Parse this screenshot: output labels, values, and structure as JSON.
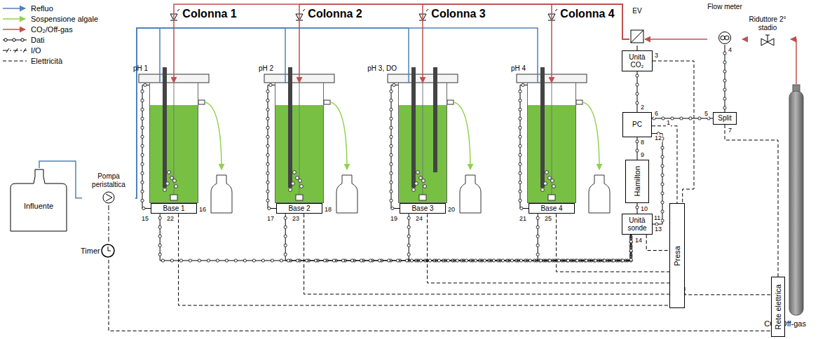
{
  "diagram": {
    "nodes": [
      {
        "text": [
          "Influente"
        ]
      },
      {
        "text": [
          "Pompa peristaltica"
        ]
      },
      {
        "text": [
          "Timer"
        ]
      },
      {
        "text": [
          "Colonna 1",
          "pH 1"
        ]
      },
      {
        "text": [
          "Base 1"
        ]
      },
      {
        "text": [
          "Colonna 2",
          "pH 2"
        ]
      },
      {
        "text": [
          "Base 2"
        ]
      },
      {
        "text": [
          "Colonna 3",
          "pH 3, DO"
        ]
      },
      {
        "text": [
          "Base 3"
        ]
      },
      {
        "text": [
          "Colonna 4",
          "pH 4"
        ]
      },
      {
        "text": [
          "Base 4"
        ]
      },
      {
        "text": [
          "EV"
        ]
      },
      {
        "text": [
          "Flow meter"
        ]
      },
      {
        "text": [
          "Riduttore 2° stadio"
        ]
      },
      {
        "text": [
          "CO₂/Off-gas"
        ]
      },
      {
        "text": [
          "Unità CO₂"
        ]
      },
      {
        "text": [
          "PC"
        ]
      },
      {
        "text": [
          "Hamilton"
        ]
      },
      {
        "text": [
          "Unità sonde"
        ]
      },
      {
        "text": [
          "Split"
        ]
      },
      {
        "text": [
          "Presa"
        ]
      },
      {
        "text": [
          "Rete elettrica"
        ]
      }
    ],
    "edges": [
      {
        "from": 0,
        "to": 1,
        "arrow": "none"
      },
      {
        "from": 1,
        "to": 3,
        "arrow": "none"
      },
      {
        "from": 1,
        "to": 5,
        "arrow": "none"
      },
      {
        "from": 1,
        "to": 7,
        "arrow": "none"
      },
      {
        "from": 1,
        "to": 9,
        "arrow": "none"
      },
      {
        "from": 2,
        "to": 1,
        "arrow": "none"
      },
      {
        "from": 2,
        "to": 21,
        "arrow": "none"
      },
      {
        "from": 14,
        "to": 13,
        "arrow": "to"
      },
      {
        "from": 13,
        "to": 12,
        "arrow": "to"
      },
      {
        "from": 12,
        "to": 11,
        "arrow": "to"
      },
      {
        "from": 11,
        "to": 3,
        "arrow": "to"
      },
      {
        "from": 11,
        "to": 5,
        "arrow": "to"
      },
      {
        "from": 11,
        "to": 7,
        "arrow": "to"
      },
      {
        "from": 11,
        "to": 9,
        "arrow": "to"
      },
      {
        "from": 15,
        "to": 11,
        "arrow": "none"
      },
      {
        "from": 15,
        "to": 16,
        "arrow": "none"
      },
      {
        "from": 16,
        "to": 17,
        "arrow": "none"
      },
      {
        "from": 17,
        "to": 18,
        "arrow": "none"
      },
      {
        "from": 18,
        "to": 16,
        "arrow": "none"
      },
      {
        "from": 19,
        "to": 16,
        "arrow": "none"
      },
      {
        "from": 19,
        "to": 12,
        "arrow": "none"
      },
      {
        "from": 19,
        "to": 21,
        "arrow": "none"
      },
      {
        "from": 16,
        "to": 20,
        "arrow": "none"
      },
      {
        "from": 15,
        "to": 20,
        "arrow": "none"
      },
      {
        "from": 18,
        "to": 20,
        "arrow": "none"
      },
      {
        "from": 4,
        "to": 18,
        "arrow": "none"
      },
      {
        "from": 6,
        "to": 18,
        "arrow": "none"
      },
      {
        "from": 8,
        "to": 18,
        "arrow": "none"
      },
      {
        "from": 10,
        "to": 18,
        "arrow": "none"
      },
      {
        "from": 4,
        "to": 20,
        "arrow": "none"
      },
      {
        "from": 6,
        "to": 20,
        "arrow": "none"
      },
      {
        "from": 8,
        "to": 20,
        "arrow": "none"
      },
      {
        "from": 10,
        "to": 20,
        "arrow": "none"
      },
      {
        "from": 20,
        "to": 21,
        "arrow": "none"
      },
      {
        "from": 3,
        "to": 4,
        "arrow": "none"
      },
      {
        "from": 5,
        "to": 6,
        "arrow": "none"
      },
      {
        "from": 7,
        "to": 8,
        "arrow": "none"
      },
      {
        "from": 9,
        "to": 10,
        "arrow": "none"
      }
    ],
    "labels": [
      "1",
      "2",
      "3",
      "4",
      "5",
      "6",
      "7",
      "8",
      "9",
      "10",
      "11",
      "12",
      "13",
      "14",
      "15",
      "16",
      "17",
      "18",
      "19",
      "20",
      "21",
      "22",
      "23",
      "24",
      "25"
    ],
    "legend": [
      {
        "text": "Refluo"
      },
      {
        "text": "Sospensione algale"
      },
      {
        "text": "CO₂/Off-gas"
      },
      {
        "text": "Dati"
      },
      {
        "text": "I/O"
      },
      {
        "text": "Elettricità"
      }
    ]
  }
}
